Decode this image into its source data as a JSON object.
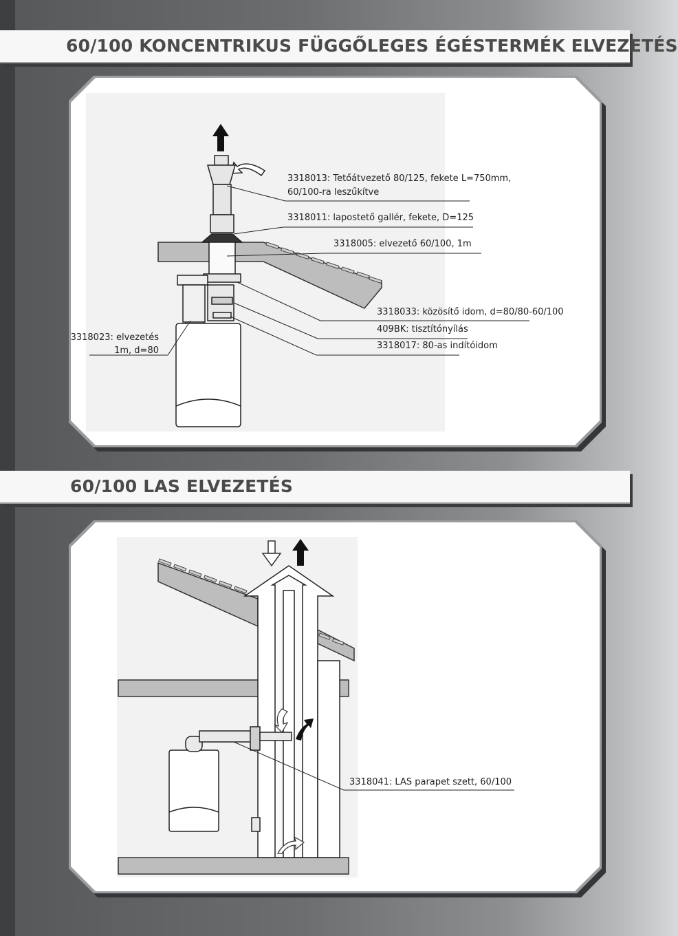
{
  "section1": {
    "title": "60/100 KONCENTRIKUS FÜGGŐLEGES ÉGÉSTERMÉK ELVEZETÉS",
    "labels": {
      "roof_terminal_line1": "3318013: Tetőátvezető 80/125, fekete L=750mm,",
      "roof_terminal_line2": "60/100-ra leszűkítve",
      "flat_roof_collar": "3318011: lapostető gallér, fekete, D=125",
      "pipe_1m": "3318005: elvezető 60/100, 1m",
      "combiner": "3318033: közösítő idom, d=80/80-60/100",
      "cleaning_opening": "409BK: tisztítónyílás",
      "starter_elbow": "3318017: 80-as indítóidom",
      "left_pipe_line1": "3318023: elvezetés",
      "left_pipe_line2": "1m, d=80"
    }
  },
  "section2": {
    "title": "60/100 LAS ELVEZETÉS",
    "labels": {
      "las_set": "3318041: LAS parapet szett, 60/100"
    }
  }
}
